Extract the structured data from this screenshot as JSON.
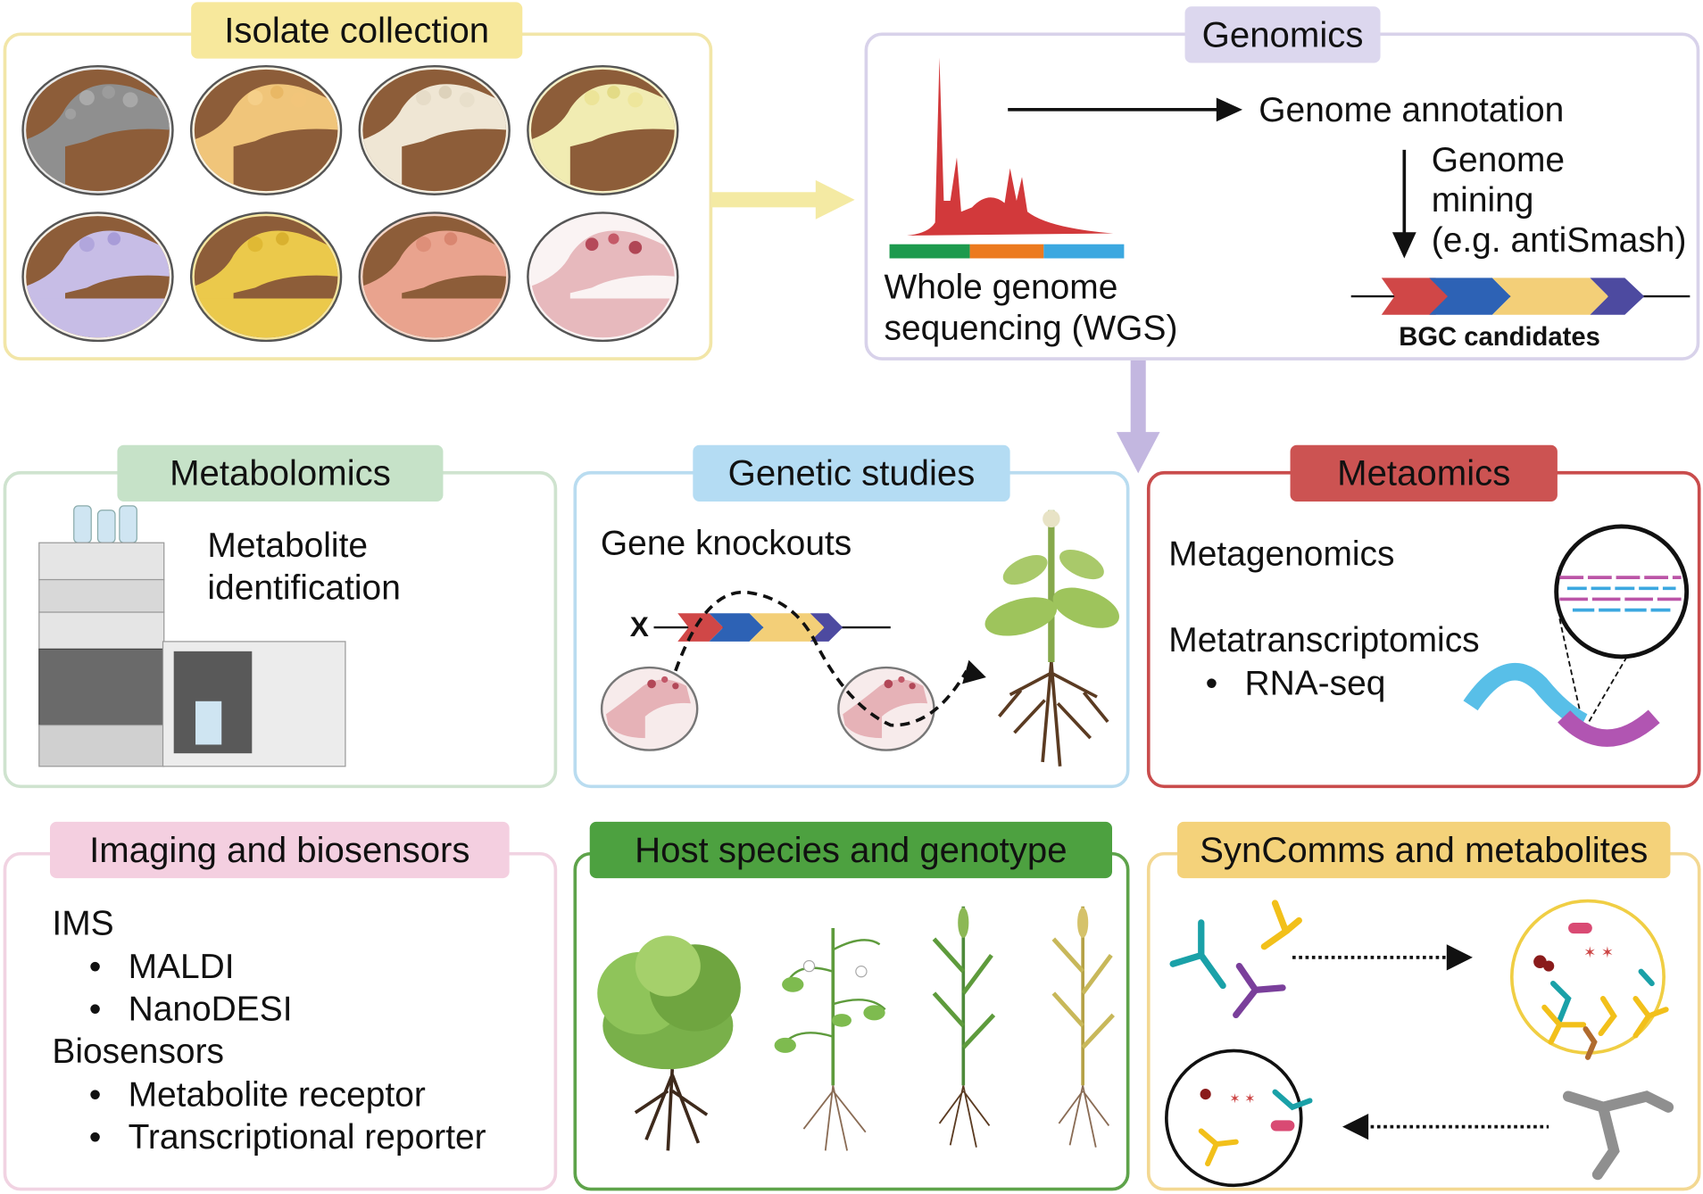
{
  "panels": {
    "isolate": {
      "title": "Isolate collection"
    },
    "genomics": {
      "title": "Genomics",
      "wgs_line1": "Whole genome",
      "wgs_line2": "sequencing (WGS)",
      "annotation": "Genome annotation",
      "mining_line1": "Genome",
      "mining_line2": "mining",
      "mining_line3": "(e.g. antiSmash)",
      "bgc": "BGC candidates"
    },
    "metabolomics": {
      "title": "Metabolomics",
      "line1": "Metabolite",
      "line2": "identification"
    },
    "genetic": {
      "title": "Genetic studies",
      "knockouts": "Gene knockouts",
      "x_mark": "X"
    },
    "metaomics": {
      "title": "Metaomics",
      "metagenomics": "Metagenomics",
      "metatranscriptomics": "Metatranscriptomics",
      "rnaseq": "RNA-seq"
    },
    "imaging": {
      "title": "Imaging and biosensors",
      "ims": "IMS",
      "maldi": "MALDI",
      "nanodesi": "NanoDESI",
      "biosensors": "Biosensors",
      "receptor": "Metabolite receptor",
      "reporter": "Transcriptional reporter"
    },
    "host": {
      "title": "Host species and genotype"
    },
    "syncomms": {
      "title": "SynComms and metabolites"
    }
  },
  "colors": {
    "yellow_border": "#f2e6a8",
    "yellow_title": "#f7e89c",
    "lavender_border": "#d8d2ea",
    "lavender_title": "#dcd7ee",
    "mint_border": "#cfe3cf",
    "mint_title": "#c6e2c8",
    "blue_border": "#b9dcf0",
    "blue_title": "#b4dcf3",
    "red_border": "#c94c4c",
    "red_title": "#cc5352",
    "pink_border": "#f1d3e2",
    "pink_title": "#f4cfe0",
    "green_border": "#5ea34a",
    "green_title": "#4da140",
    "gold_border": "#f3d892",
    "gold_title": "#f4d27a"
  }
}
